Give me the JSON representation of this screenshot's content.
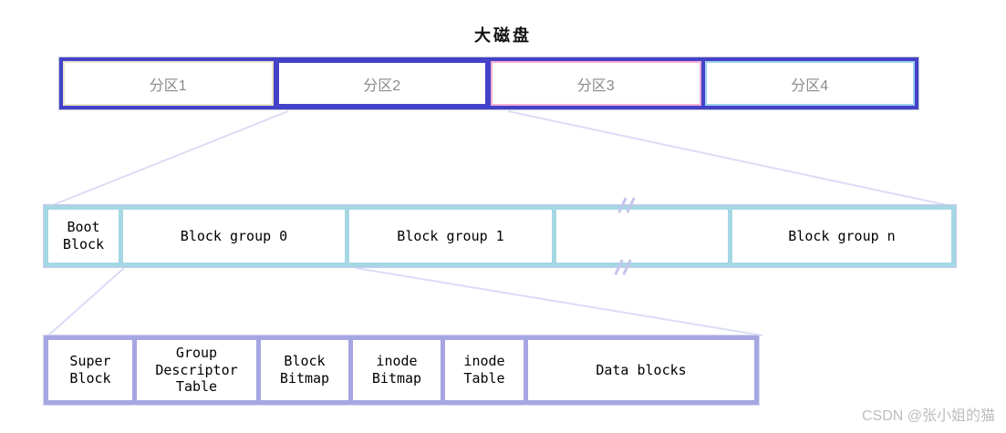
{
  "title": "大磁盘",
  "watermark": "CSDN @张小姐的猫",
  "colors": {
    "partition_frame_blue": "#4342c9",
    "partition1_inner_border": "#e9e5c9",
    "partition3_inner_border": "#f8aed5",
    "partition4_inner_border": "#9dd0ee",
    "block_group_row_border": "#a5d7e5",
    "detail_row_border": "#a6a6e2",
    "connector_line": "#dcdcf6",
    "partition_label_text": "#8a8a8a",
    "block_label_text": "#000000"
  },
  "disk": {
    "partitions": [
      {
        "label": "分区1"
      },
      {
        "label": "分区2"
      },
      {
        "label": "分区3"
      },
      {
        "label": "分区4"
      }
    ]
  },
  "block_group_row": {
    "cells": [
      {
        "label": "Boot Block"
      },
      {
        "label": "Block group 0"
      },
      {
        "label": "Block group 1"
      },
      {
        "label": ""
      },
      {
        "label": "Block group n"
      }
    ],
    "break_mark": "//"
  },
  "block_group_detail_row": {
    "cells": [
      {
        "label": "Super Block"
      },
      {
        "label": "Group Descriptor Table"
      },
      {
        "label": "Block Bitmap"
      },
      {
        "label": "inode Bitmap"
      },
      {
        "label": "inode Table"
      },
      {
        "label": "Data blocks"
      }
    ]
  }
}
